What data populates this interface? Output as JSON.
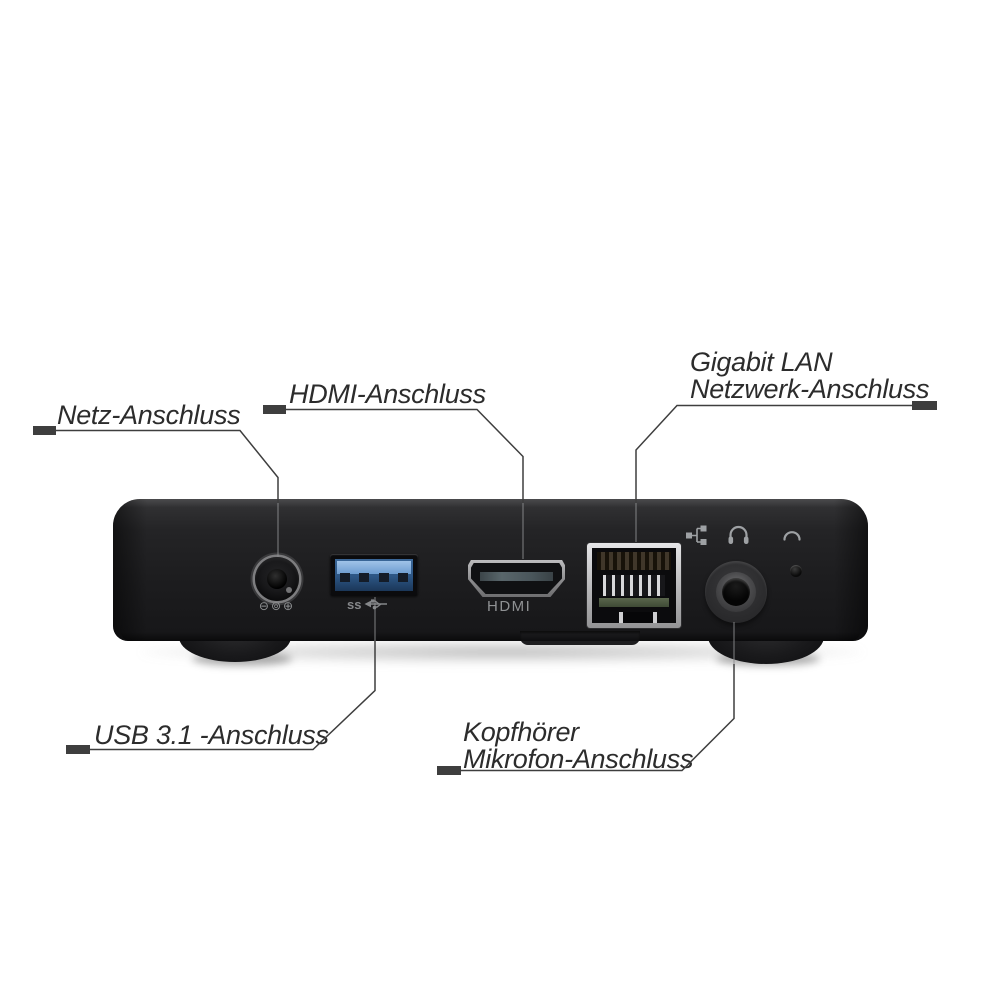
{
  "background_color": "#ffffff",
  "line_color": "#3e3e3e",
  "text_color": "#2c2c2c",
  "callouts": {
    "power": {
      "label": "Netz-Anschluss"
    },
    "hdmi": {
      "label": "HDMI-Anschluss"
    },
    "lan": {
      "label_line1": "Gigabit LAN",
      "label_line2": "Netzwerk-Anschluss"
    },
    "usb": {
      "label": "USB 3.1 -Anschluss"
    },
    "audio": {
      "label_line1": "Kopfhörer",
      "label_line2": "Mikrofon-Anschluss"
    }
  },
  "device": {
    "body_color": "#1c1c1e",
    "print_color": "#8f9193",
    "ports": {
      "power": {
        "polarity_symbol": "⊖⊚⊕"
      },
      "usb": {
        "logo_text": "ss",
        "accent_color": "#6d9ccf"
      },
      "hdmi": {
        "printed_label": "HDMI"
      },
      "lan": {
        "icon": "network-icon",
        "frame_color": "#c9c9cb"
      },
      "audio": {
        "icons": [
          "headset-icon",
          "headphone-icon"
        ]
      }
    }
  }
}
